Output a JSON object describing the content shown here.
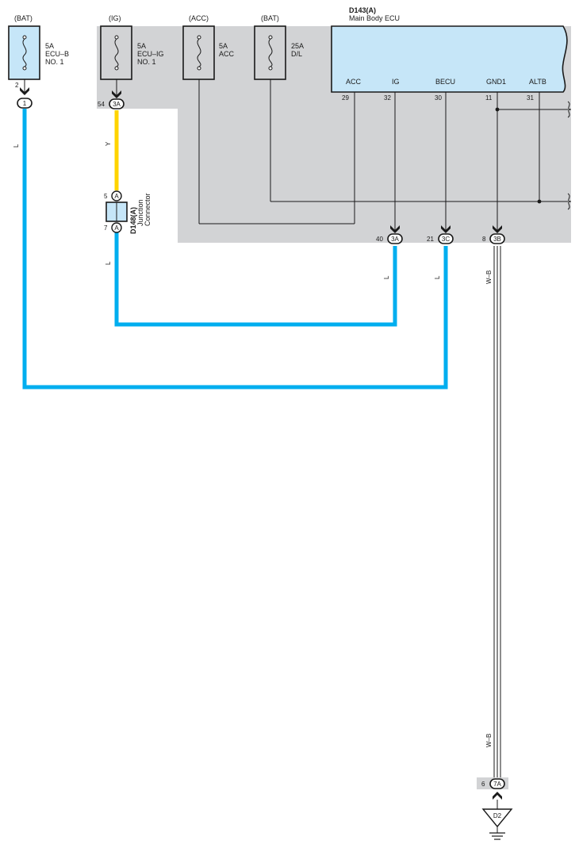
{
  "fuses": [
    {
      "source": "(BAT)",
      "rating": "5A",
      "name_line1": "ECU–B",
      "name_line2": "NO. 1"
    },
    {
      "source": "(IG)",
      "rating": "5A",
      "name_line1": "ECU–IG",
      "name_line2": "NO. 1"
    },
    {
      "source": "(ACC)",
      "rating": "5A",
      "name_line1": "ACC",
      "name_line2": ""
    },
    {
      "source": "(BAT)",
      "rating": "25A",
      "name_line1": "D/L",
      "name_line2": ""
    }
  ],
  "ecu": {
    "code": "D143(A)",
    "name": "Main Body ECU",
    "terminals": [
      {
        "name": "ACC",
        "pin": "29"
      },
      {
        "name": "IG",
        "pin": "32"
      },
      {
        "name": "BECU",
        "pin": "30"
      },
      {
        "name": "GND1",
        "pin": "11"
      },
      {
        "name": "ALTB",
        "pin": "31"
      }
    ]
  },
  "connectors": {
    "fuse1_pin": "2",
    "c_1": {
      "pin": "",
      "label": "1"
    },
    "c_54": {
      "pin": "54",
      "label": "3A"
    },
    "c_40": {
      "pin": "40",
      "label": "3A"
    },
    "c_21": {
      "pin": "21",
      "label": "3C"
    },
    "c_8": {
      "pin": "8",
      "label": "3B"
    },
    "c_6": {
      "pin": "6",
      "label": "7A"
    }
  },
  "junction": {
    "code": "D148(A)",
    "name_line1": "Junction",
    "name_line2": "Connector",
    "top_pin": "5",
    "top_label": "A",
    "bottom_pin": "7",
    "bottom_label": "A"
  },
  "wires": {
    "w1": "L",
    "w2": "Y",
    "w3": "L",
    "w4": "L",
    "w5": "L",
    "w6": "W–B",
    "w7": "W–B"
  },
  "ground": {
    "label": "D2"
  },
  "colors": {
    "wire_blue": "#00aeef",
    "wire_yellow": "#ffd400",
    "ecu_fill": "#c6e6f8",
    "panel_gray": "#d2d3d5"
  }
}
